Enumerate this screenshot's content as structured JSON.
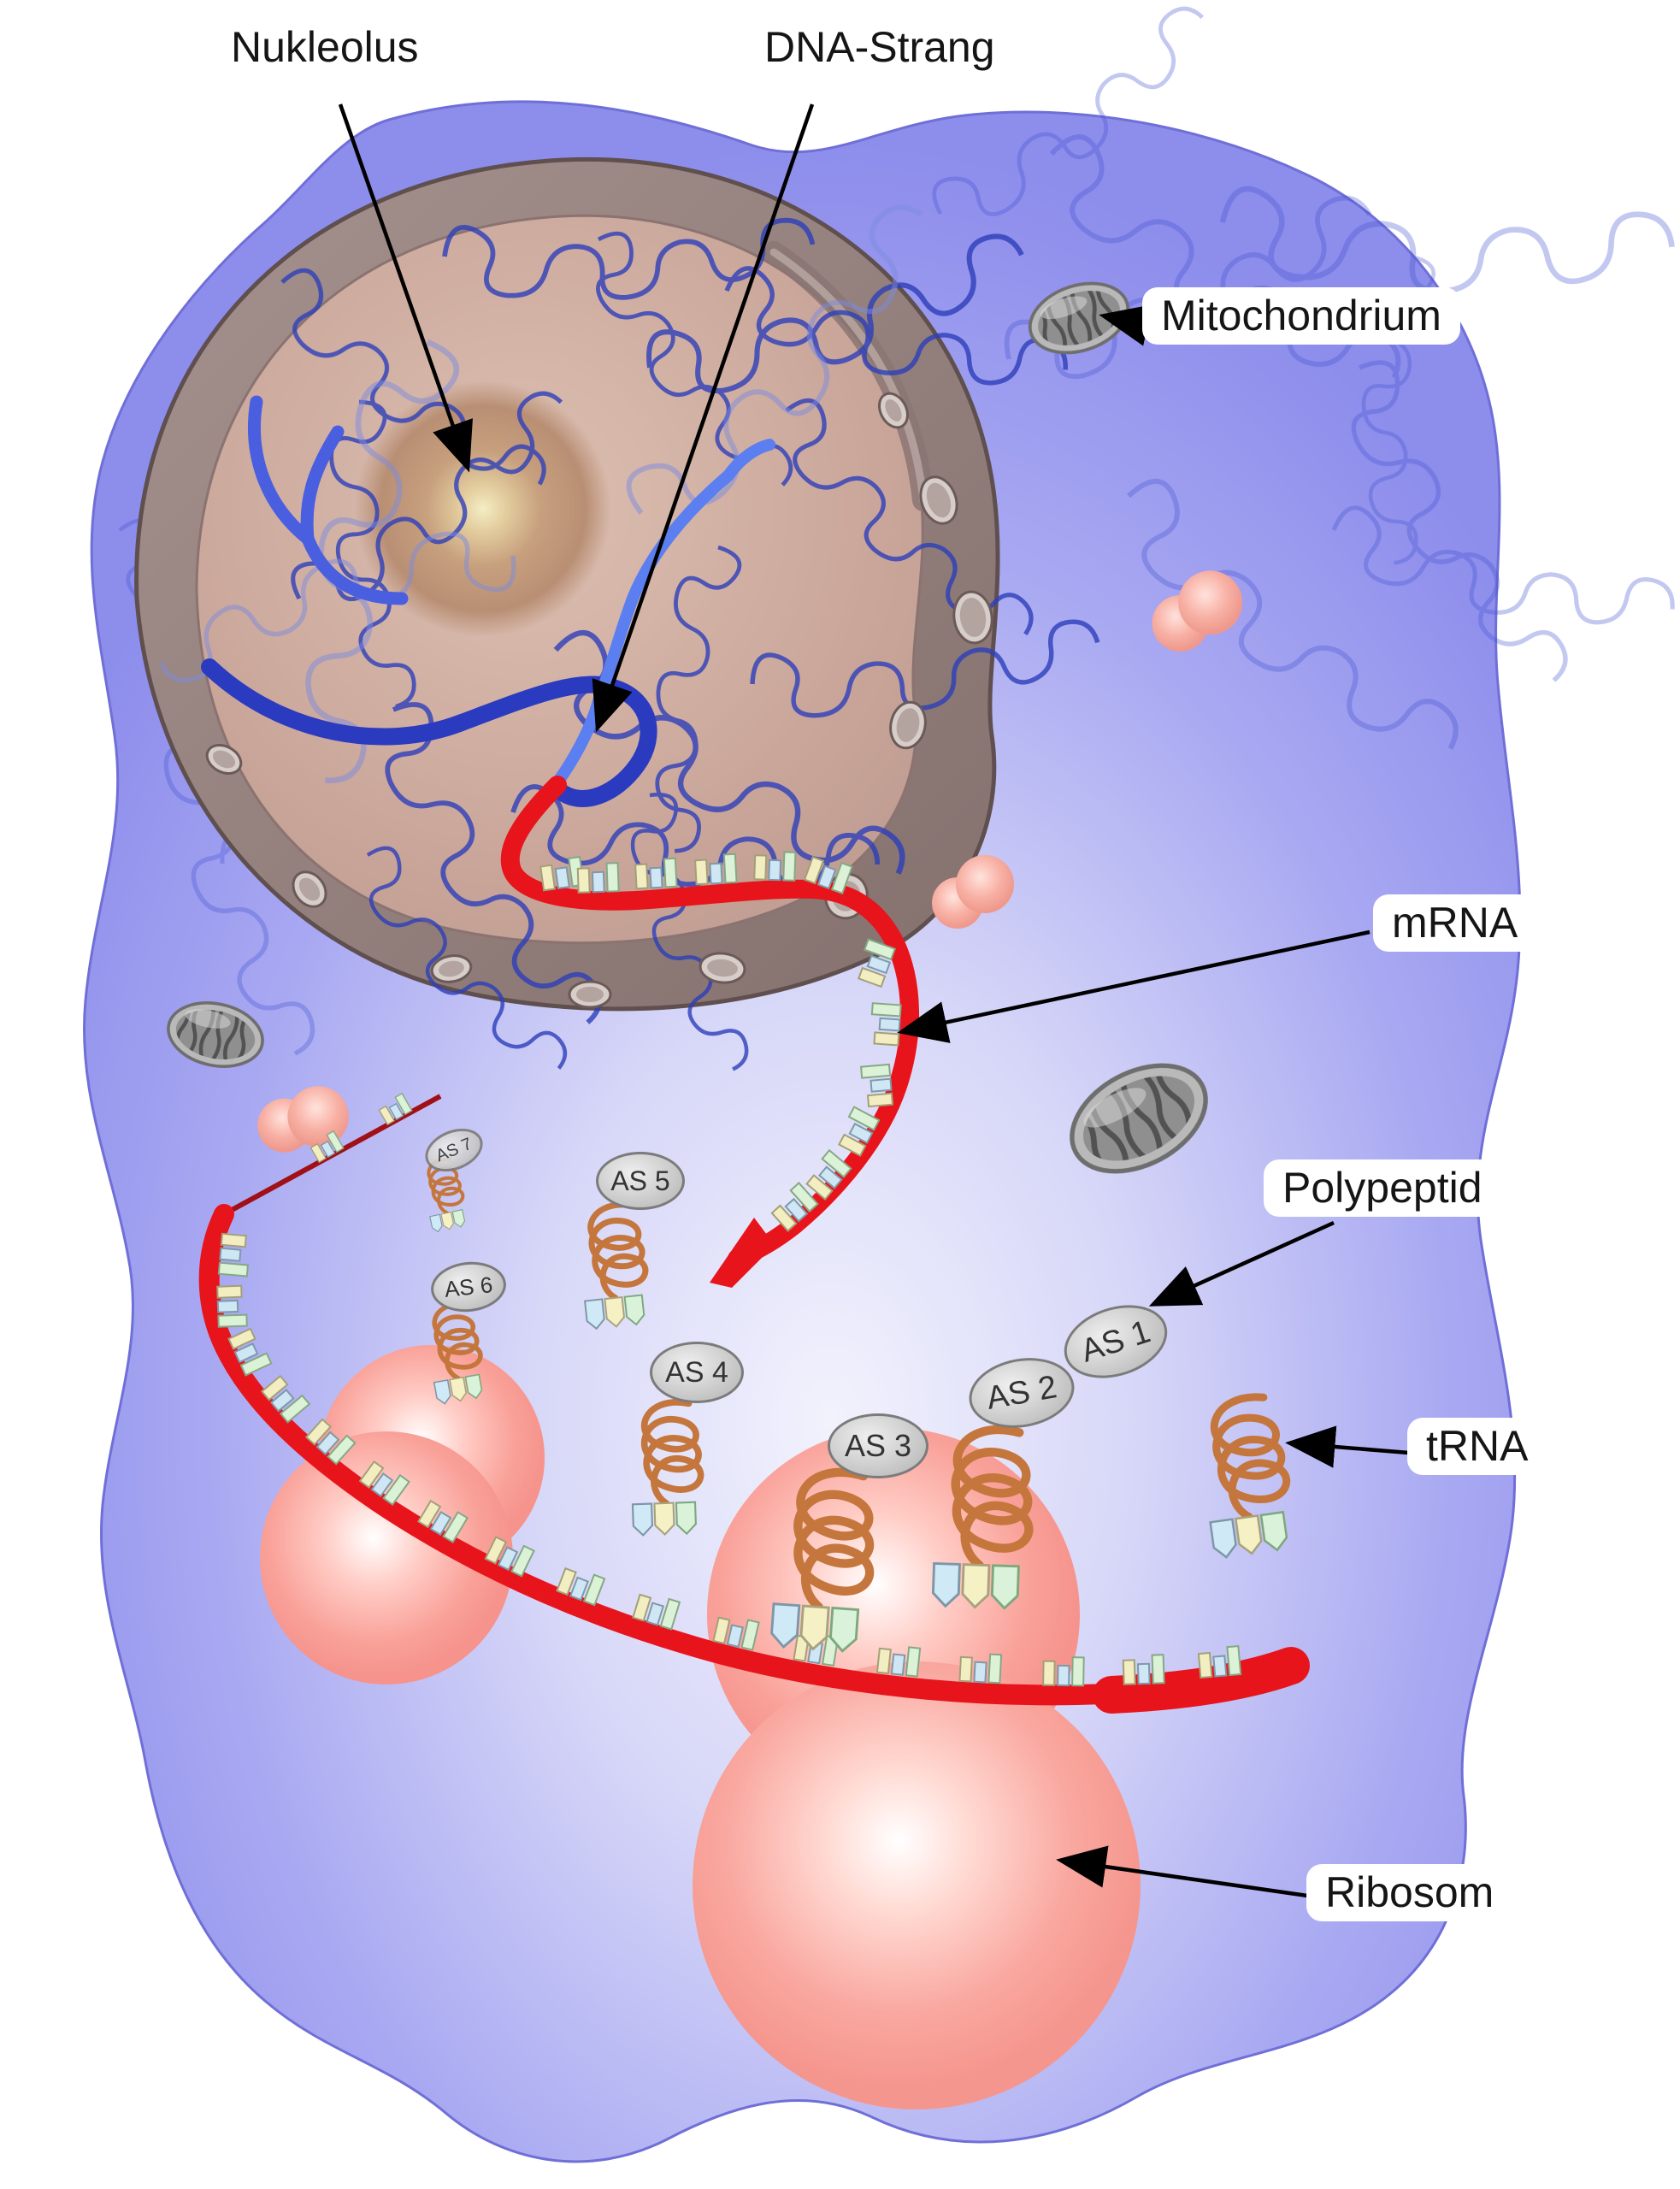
{
  "figure": {
    "labels": {
      "nukleolus": "Nukleolus",
      "dna_strang": "DNA-Strang",
      "mitochondrium": "Mitochondrium",
      "mrna": "mRNA",
      "polypeptid": "Polypeptid",
      "trna": "tRNA",
      "ribosom": "Ribosom"
    },
    "amino_acids": [
      {
        "label": "AS 1"
      },
      {
        "label": "AS 2"
      },
      {
        "label": "AS 3"
      },
      {
        "label": "AS 4"
      },
      {
        "label": "AS 5"
      },
      {
        "label": "AS 6"
      },
      {
        "label": "AS 7"
      }
    ],
    "colors": {
      "cell": "#8d8dec",
      "cell_center": "#f2f2fd",
      "mrna": "#e8141c",
      "dna_dark": "#2b3bc0",
      "dna_light": "#5b7ef0",
      "chromatin": "#2d3fba",
      "nucleus_membrane": "#97837f",
      "nucleoplasm": "#cda99e",
      "nucleolus": "#c79b7c",
      "trna": "#c4763c",
      "ribosome": "#f9a29a",
      "mitochondrion": "#b9b9b9",
      "amino_acid": "#cdcdcd"
    }
  }
}
